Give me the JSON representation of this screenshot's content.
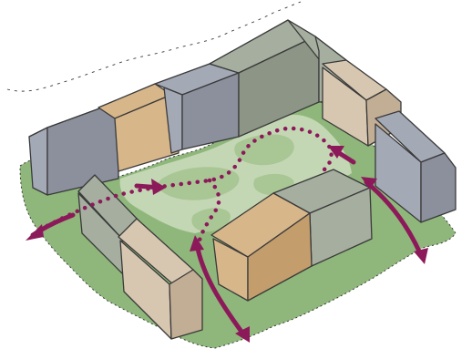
{
  "colors": {
    "building_grey": "#a4a9b6",
    "building_grey_dark": "#8b909c",
    "building_green": "#a5ae9f",
    "building_green_dark": "#8c9586",
    "building_tan": "#d7b68a",
    "building_tan_dark": "#c39d6c",
    "building_beige": "#d8c7b0",
    "building_beige_dark": "#c2ae94",
    "lawn": "#8fb77b",
    "courtyard": "#c4d7b4",
    "courtyard_blob": "#a9c695",
    "route": "#8c1a5a",
    "ink": "#3a3a3a"
  },
  "diagram": {
    "elements": [
      "surrounding-trees",
      "green-edge",
      "courtyard",
      "building-block-north",
      "building-block-east",
      "building-block-south",
      "building-block-west",
      "dotted-route",
      "exit-arrow-west",
      "exit-arrow-south",
      "exit-arrow-southeast",
      "entry-arrow-west",
      "entry-arrow-east"
    ]
  }
}
